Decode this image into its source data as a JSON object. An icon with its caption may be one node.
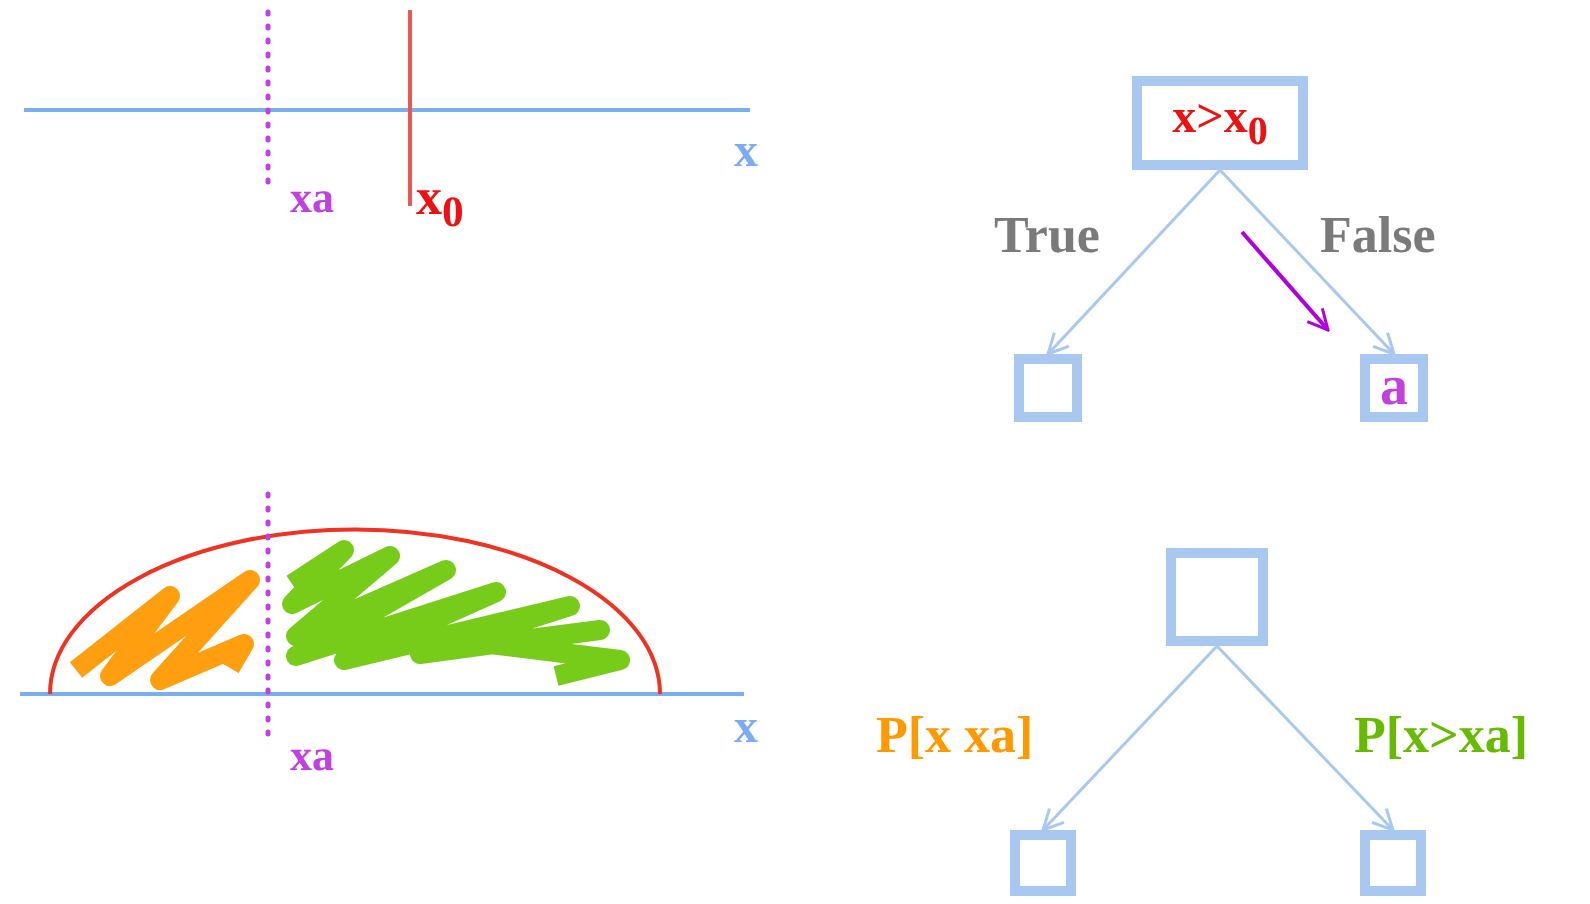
{
  "diagram": {
    "nodes": [
      {
        "text": [
          "x>x$_{0}$"
        ]
      },
      {
        "text": [],
        "shape": "box"
      },
      {
        "text": [
          "a"
        ]
      },
      {
        "text": [],
        "shape": "box"
      },
      {
        "text": [],
        "shape": "box"
      },
      {
        "text": [],
        "shape": "box"
      }
    ],
    "edges": [
      {
        "from": 0,
        "to": 1,
        "arrow": "to",
        "label": "True"
      },
      {
        "from": 0,
        "to": 2,
        "arrow": "to",
        "label": "False"
      },
      {
        "from": 3,
        "to": 4,
        "arrow": "to",
        "label": "P[x xa]"
      },
      {
        "from": 3,
        "to": 5,
        "arrow": "to",
        "label": "P[x>xa]"
      }
    ],
    "labels": [
      "xa",
      "x$_{0}$",
      "x",
      "xa",
      "x"
    ]
  }
}
